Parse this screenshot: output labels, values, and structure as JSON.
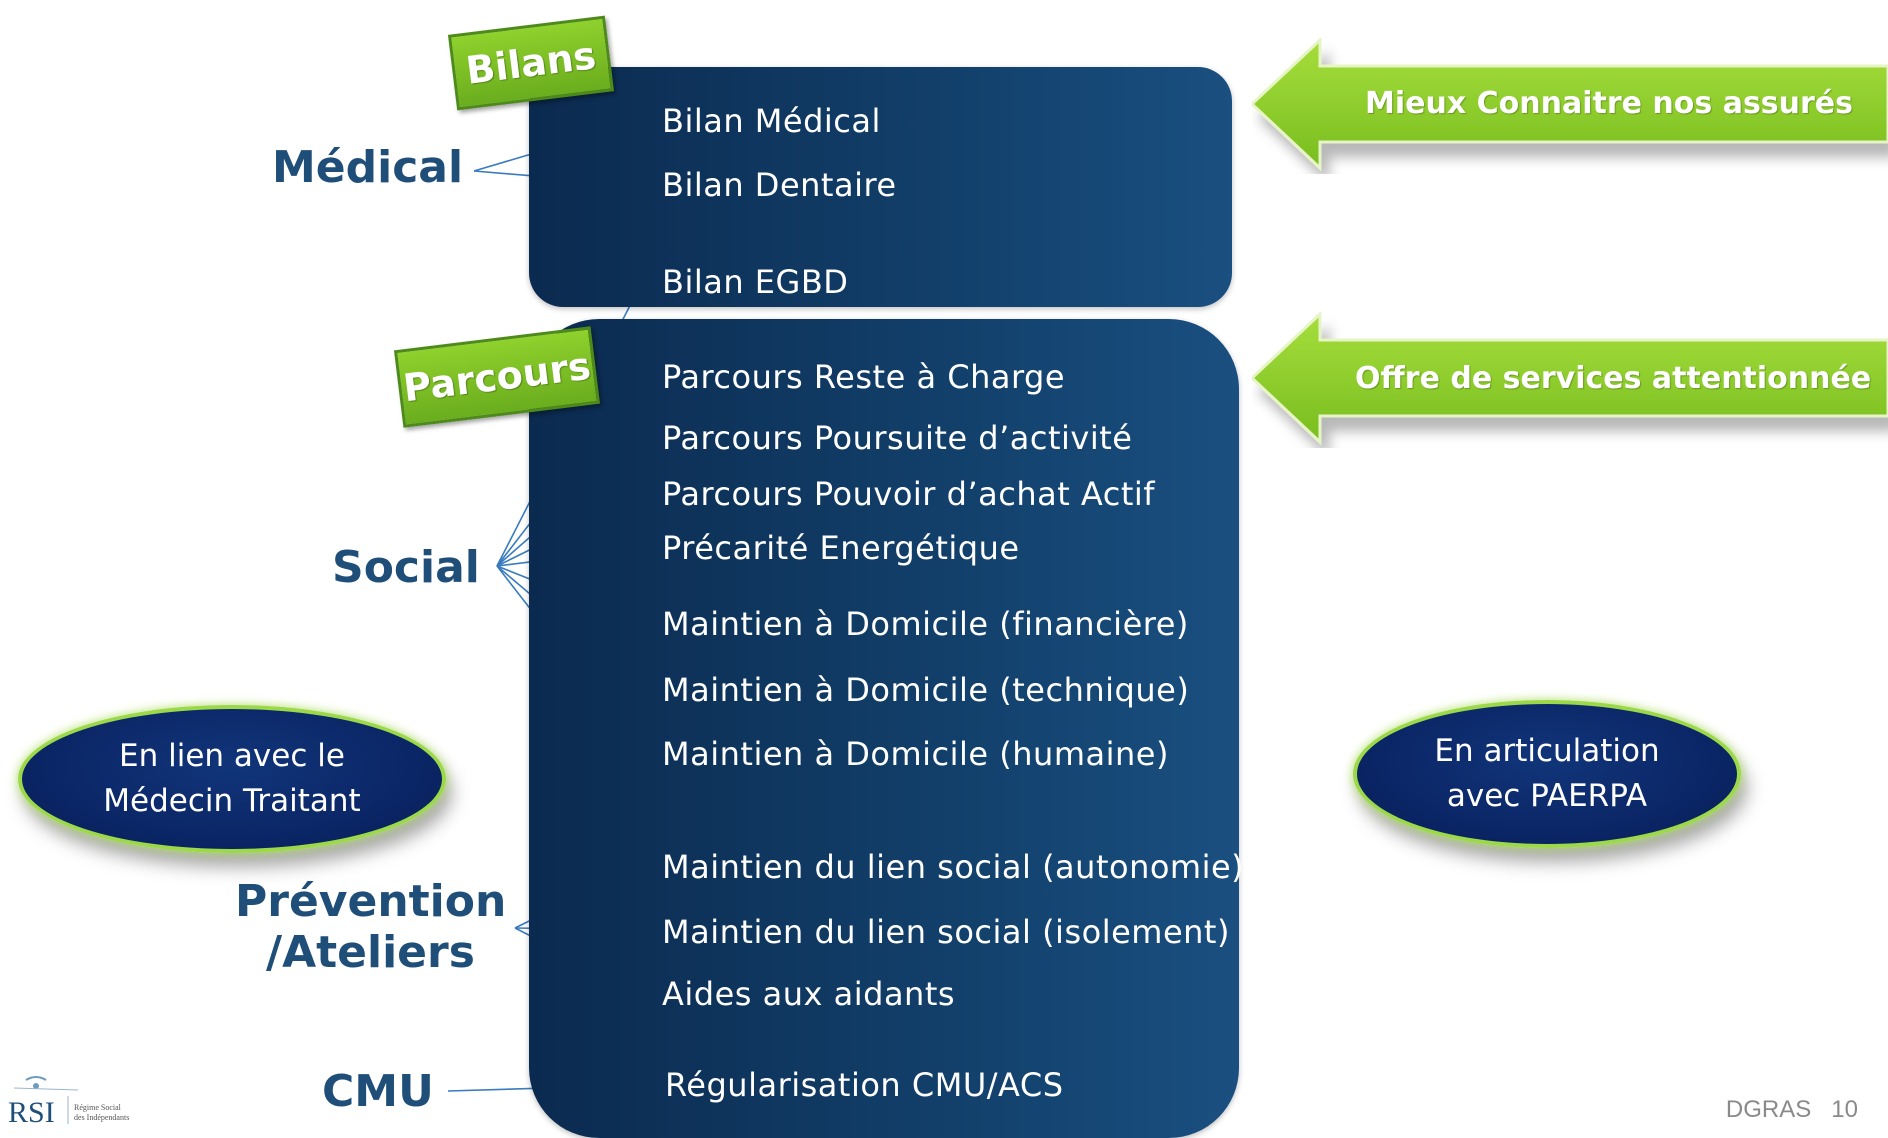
{
  "tags": {
    "bilans": "Bilans",
    "parcours": "Parcours"
  },
  "categories": {
    "medical": "Médical",
    "social": "Social",
    "prevention_1": "Prévention",
    "prevention_2": "/Ateliers",
    "cmu": "CMU"
  },
  "items": [
    "Bilan Médical",
    "Bilan Dentaire",
    "Bilan EGBD",
    "Parcours Reste à Charge",
    "Parcours Poursuite d’activité",
    "Parcours Pouvoir d’achat Actif",
    "Précarité Energétique",
    "Maintien à Domicile (financière)",
    "Maintien à Domicile (technique)",
    "Maintien à Domicile (humaine)",
    "Maintien du lien social (autonomie)",
    "Maintien du lien social (isolement)",
    "Aides aux aidants",
    "Régularisation CMU/ACS"
  ],
  "arrows": {
    "top": "Mieux Connaitre nos assurés",
    "middle": "Offre de services attentionnée"
  },
  "ellipses": {
    "left": [
      "En lien avec le",
      "Médecin Traitant"
    ],
    "right": [
      "En articulation",
      "avec PAERPA"
    ]
  },
  "logo": {
    "mark": "RSI",
    "line1": "Régime Social",
    "line2": "des Indépendants"
  },
  "footer": {
    "org": "DGRAS",
    "page": "10"
  },
  "colors": {
    "panel": "#0b2a4f",
    "category": "#1f4e79",
    "green": "#8fd12c",
    "ellipse": "#0a2463"
  }
}
